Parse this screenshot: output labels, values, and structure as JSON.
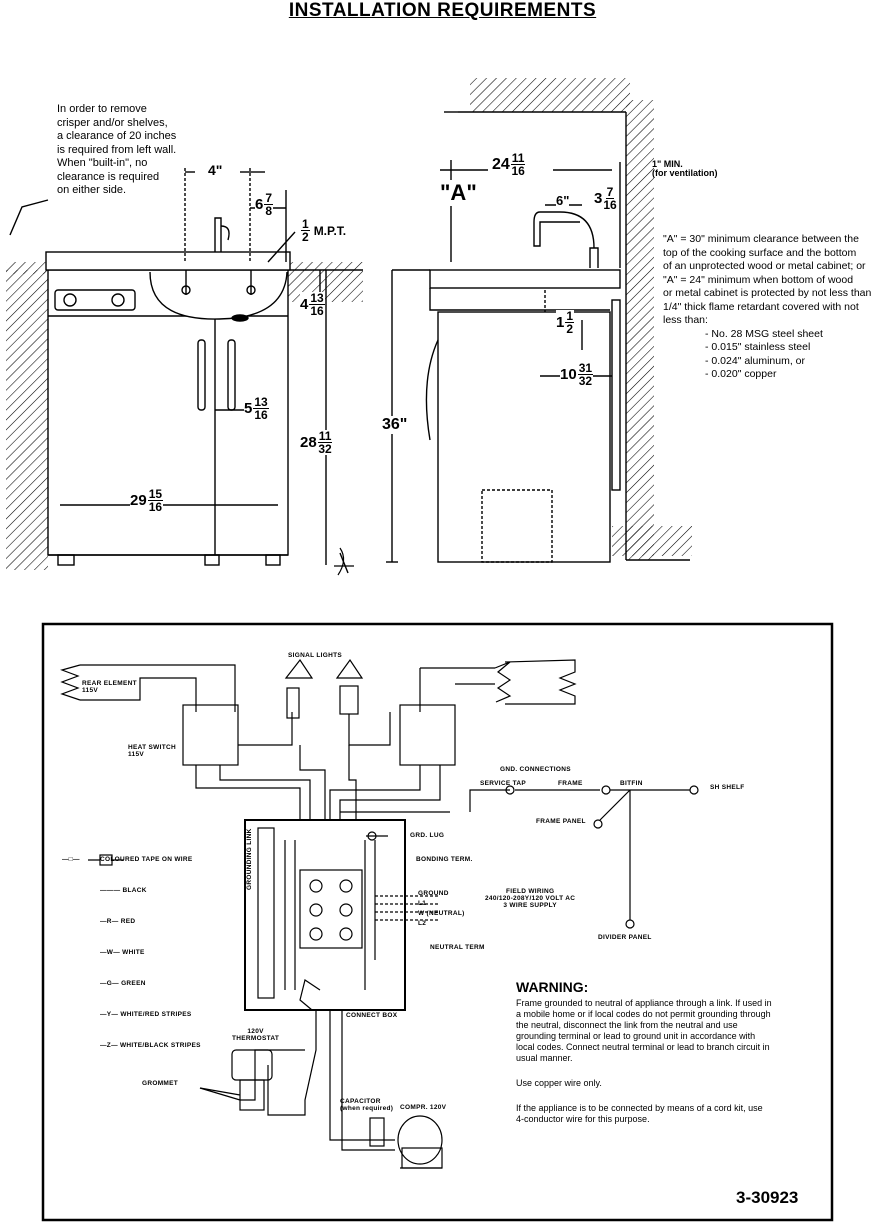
{
  "title": "INSTALLATION REQUIREMENTS",
  "front_note": [
    "In order to remove",
    "crisper and/or shelves,",
    "a clearance of 20 inches",
    "is required from left wall.",
    "When \"built-in\", no",
    "clearance is required",
    "on either side."
  ],
  "dims": {
    "d4": "4\"",
    "d6_whole": "6",
    "d6_num": "7",
    "d6_den": "8",
    "mpt_num": "1",
    "mpt_den": "2",
    "mpt_label": "M.P.T.",
    "d4b_whole": "4",
    "d4b_num": "13",
    "d4b_den": "16",
    "d5_whole": "5",
    "d5_num": "13",
    "d5_den": "16",
    "d28_whole": "28",
    "d28_num": "11",
    "d28_den": "32",
    "d29_whole": "29",
    "d29_num": "15",
    "d29_den": "16",
    "d36": "36\"",
    "d24_whole": "24",
    "d24_num": "11",
    "d24_den": "16",
    "dA": "\"A\"",
    "d6b": "6\"",
    "d3_whole": "3",
    "d3_num": "7",
    "d3_den": "16",
    "d1_whole": "1",
    "d1_num": "1",
    "d1_den": "2",
    "d10_whole": "10",
    "d10_num": "31",
    "d10_den": "32",
    "min_line1": "1\" MIN.",
    "min_line2": "(for ventilation)"
  },
  "side_note": [
    "\"A\" = 30\" minimum clearance between the",
    "top of the cooking surface and the bottom",
    "of an unprotected wood or metal cabinet; or",
    "\"A\" = 24\" minimum when bottom of wood",
    "or metal cabinet is protected by not less than",
    "1/4\" thick flame retardant covered with not",
    "less than:"
  ],
  "side_list": [
    "- No. 28 MSG steel sheet",
    "- 0.015\" stainless steel",
    "- 0.024\" aluminum, or",
    "- 0.020\" copper"
  ],
  "wiring": {
    "signal_lights": "SIGNAL LIGHTS",
    "rear_element": [
      "REAR ELEMENT",
      "115V"
    ],
    "heat_switch": [
      "HEAT SWITCH",
      "115V"
    ],
    "gnd_connections": "GND. CONNECTIONS",
    "service_tap": "SERVICE TAP",
    "frame": "FRAME",
    "bitfin": "BITFIN",
    "sh_shelf": "SH SHELF",
    "frame_panel": "FRAME PANEL",
    "grd_lug": "GRD. LUG",
    "bonding_term": "BONDING TERM.",
    "neutral_term": "NEUTRAL TERM",
    "connect_box": "CONNECT BOX",
    "grounding_link": "GROUNDING LINK",
    "ground": "GROUND",
    "l1": "L1",
    "neutral": "W (NEUTRAL)",
    "l2": "L2",
    "field_wiring": [
      "FIELD WIRING",
      "240/120-208Y/120 VOLT AC",
      "3 WIRE SUPPLY"
    ],
    "divider_panel": "DIVIDER PANEL",
    "thermostat": [
      "120V",
      "THERMOSTAT"
    ],
    "grommet": "GROMMET",
    "capacitor": [
      "CAPACITOR",
      "(when required)"
    ],
    "compr": "COMPR. 120V",
    "legend": [
      {
        "sym": "—□—",
        "label": "COLOURED TAPE ON WIRE"
      },
      {
        "sym": "———",
        "label": "BLACK"
      },
      {
        "sym": "—R—",
        "label": "RED"
      },
      {
        "sym": "—W—",
        "label": "WHITE"
      },
      {
        "sym": "—G—",
        "label": "GREEN"
      },
      {
        "sym": "—Y—",
        "label": "WHITE/RED STRIPES"
      },
      {
        "sym": "—Z—",
        "label": "WHITE/BLACK STRIPES"
      }
    ]
  },
  "warning_title": "WARNING:",
  "warning_lines": [
    "Frame grounded to neutral of appliance through a link. If used in",
    "a mobile home or if local codes do not permit grounding through",
    "the neutral, disconnect the link from the neutral and use",
    "grounding terminal or lead to ground unit in accordance with",
    "local codes. Connect neutral terminal or lead to branch circuit in",
    "usual manner."
  ],
  "copper_line": "Use copper wire only.",
  "cord_lines": [
    "If the appliance is to be connected by means of a cord kit, use",
    "4-conductor wire for this purpose."
  ],
  "part_number": "3-30923"
}
